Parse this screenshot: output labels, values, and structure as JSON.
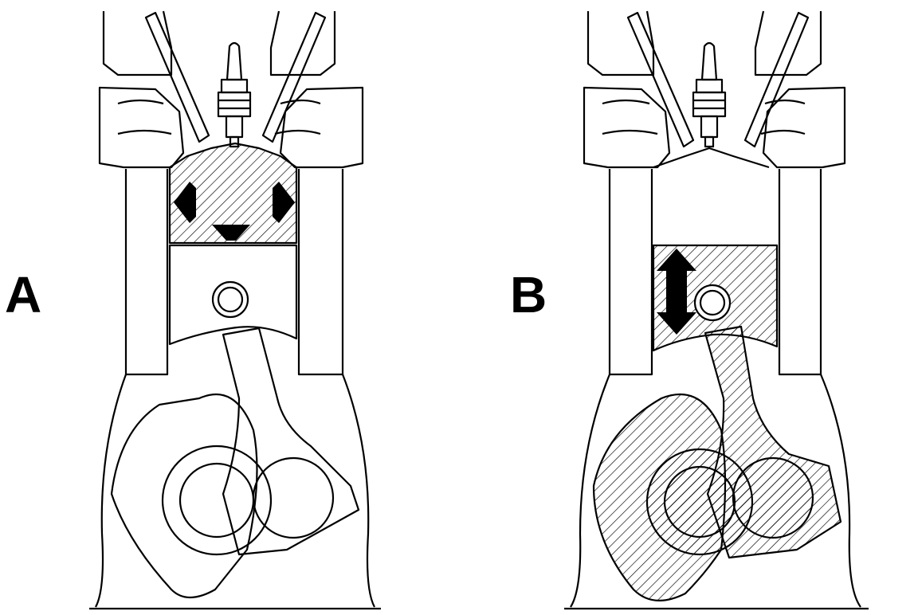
{
  "diagram": {
    "panels": [
      {
        "label": "A",
        "highlight": "combustion-chamber",
        "force_arrows": [
          "left",
          "right",
          "down"
        ]
      },
      {
        "label": "B",
        "highlight": "piston-rod-crank",
        "force_arrows": [
          "up-down"
        ]
      }
    ],
    "colors": {
      "ink": "#000000",
      "paper": "#ffffff"
    }
  }
}
